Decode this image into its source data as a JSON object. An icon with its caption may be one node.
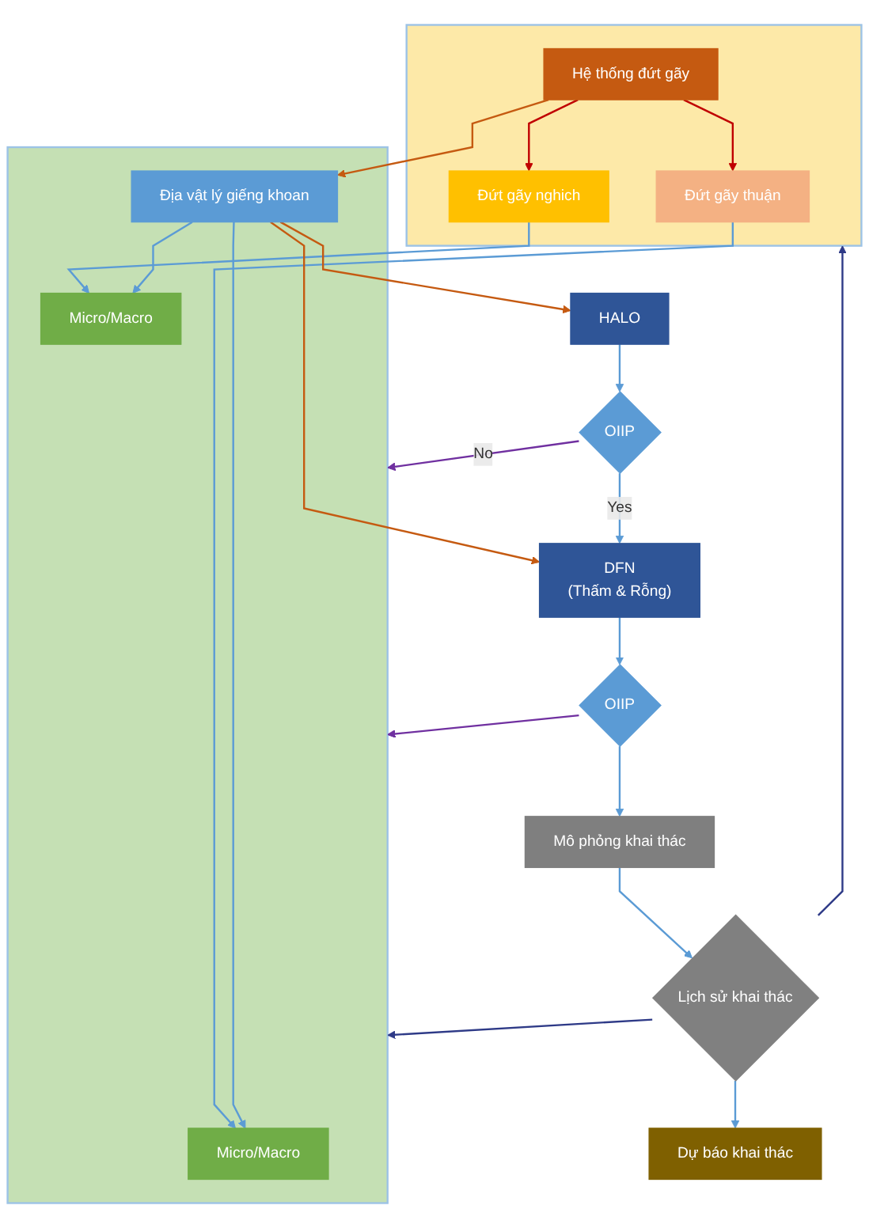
{
  "diagram": {
    "nodes": [
      {
        "text": [],
        "shape": "box"
      },
      {
        "text": [
          "Hệ thống đứt gãy"
        ],
        "in": 0
      },
      {
        "text": [
          "Đứt gãy thuận"
        ],
        "in": 0
      },
      {
        "text": [
          "Đứt gãy nghich"
        ],
        "in": 0
      },
      {
        "text": [],
        "shape": "box"
      },
      {
        "text": [
          "Micro/Macro"
        ],
        "in": 4
      },
      {
        "text": [
          "Địa vật lý giếng khoan"
        ],
        "in": 4
      },
      {
        "text": [
          "Micro/Macro"
        ],
        "in": 4
      },
      {
        "text": [
          "HALO"
        ]
      },
      {
        "text": [
          "OIIP"
        ]
      },
      {
        "text": [
          "DFN",
          "(Thấm & Rỗng)"
        ]
      },
      {
        "text": [
          "OIIP"
        ]
      },
      {
        "text": [
          "Mô phỏng khai thác"
        ]
      },
      {
        "text": [
          "Lịch sử khai thác"
        ]
      },
      {
        "text": [
          "Dự báo khai thác"
        ]
      }
    ],
    "edges": [
      {
        "from": 1,
        "to": 2,
        "arrow": "to",
        "color": "#c00000"
      },
      {
        "from": 1,
        "to": 3,
        "arrow": "to",
        "color": "#c00000"
      },
      {
        "from": 1,
        "to": 6,
        "arrow": "to",
        "color": "#c55a11"
      },
      {
        "from": 2,
        "to": 5,
        "arrow": "to"
      },
      {
        "from": 3,
        "to": 7,
        "arrow": "to"
      },
      {
        "from": 6,
        "to": 5,
        "arrow": "to"
      },
      {
        "from": 6,
        "to": 7,
        "arrow": "to"
      },
      {
        "from": 6,
        "to": 8,
        "arrow": "to",
        "color": "#c55a11"
      },
      {
        "from": 6,
        "to": 10,
        "arrow": "to",
        "color": "#c55a11"
      },
      {
        "from": 8,
        "to": 9,
        "arrow": "to"
      },
      {
        "from": 9,
        "to": 10,
        "label": "Yes",
        "arrow": "to"
      },
      {
        "from": 9,
        "to": 4,
        "label": "No",
        "arrow": "to",
        "color": "#7030a0"
      },
      {
        "from": 10,
        "to": 11,
        "arrow": "to"
      },
      {
        "from": 11,
        "to": 4,
        "arrow": "to",
        "color": "#7030a0"
      },
      {
        "from": 11,
        "to": 12,
        "arrow": "to"
      },
      {
        "from": 12,
        "to": 13,
        "arrow": "to"
      },
      {
        "from": 13,
        "to": 14,
        "arrow": "to"
      },
      {
        "from": 13,
        "to": 0,
        "arrow": "to",
        "color": "#2e3a87"
      },
      {
        "from": 13,
        "to": 4,
        "arrow": "to",
        "color": "#2e3a87"
      }
    ]
  }
}
